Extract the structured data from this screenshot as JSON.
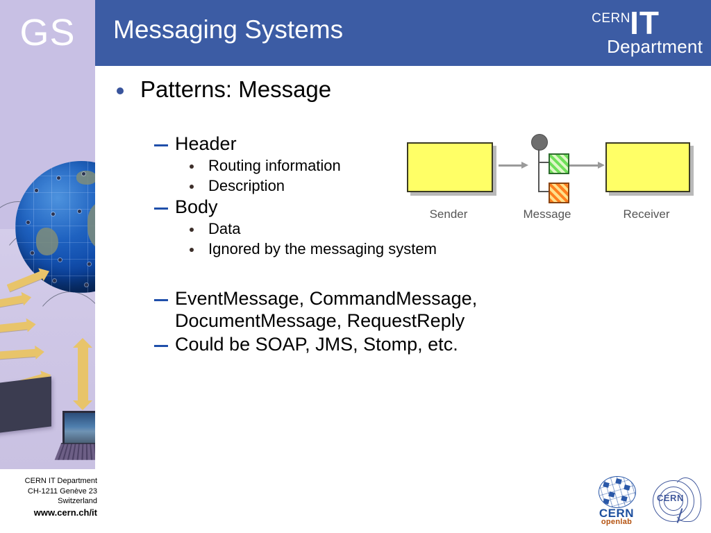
{
  "slide": {
    "title": "Messaging Systems",
    "logo_left": "GS"
  },
  "brand": {
    "cern_word": "CERN",
    "it_word": "IT",
    "department_word": "Department",
    "header_blue": "#3c5ca4",
    "sidebar_purple": "#c8c0e4",
    "bullet_blue": "#39549c",
    "dash_blue": "#1f4faa"
  },
  "content": {
    "bullets": [
      {
        "level": 1,
        "text": "Patterns: Message"
      },
      {
        "level": 2,
        "text": "Header"
      },
      {
        "level": 3,
        "text": "Routing information"
      },
      {
        "level": 3,
        "text": "Description"
      },
      {
        "level": 2,
        "text": "Body"
      },
      {
        "level": 3,
        "text": "Data"
      },
      {
        "level": 3,
        "text": "Ignored by the messaging system"
      },
      {
        "level": 2,
        "text": "EventMessage, CommandMessage, DocumentMessage, RequestReply"
      },
      {
        "level": 2,
        "text": "Could be SOAP, JMS, Stomp, etc."
      }
    ]
  },
  "diagram": {
    "sender_label": "Sender",
    "message_label": "Message",
    "receiver_label": "Receiver",
    "box_color": "#ffff66",
    "header_block_color": "#6fe05a",
    "body_block_color": "#ff7f1f",
    "arrow_color": "#9a9a9a",
    "node_color": "#6e6e6e"
  },
  "footer": {
    "line1": "CERN IT Department",
    "line2": "CH-1211 Genève 23",
    "line3": "Switzerland",
    "url": "www.cern.ch/it",
    "openlab_cern": "CERN",
    "openlab_word": "openlab",
    "cern_ring_word": "CERN"
  }
}
